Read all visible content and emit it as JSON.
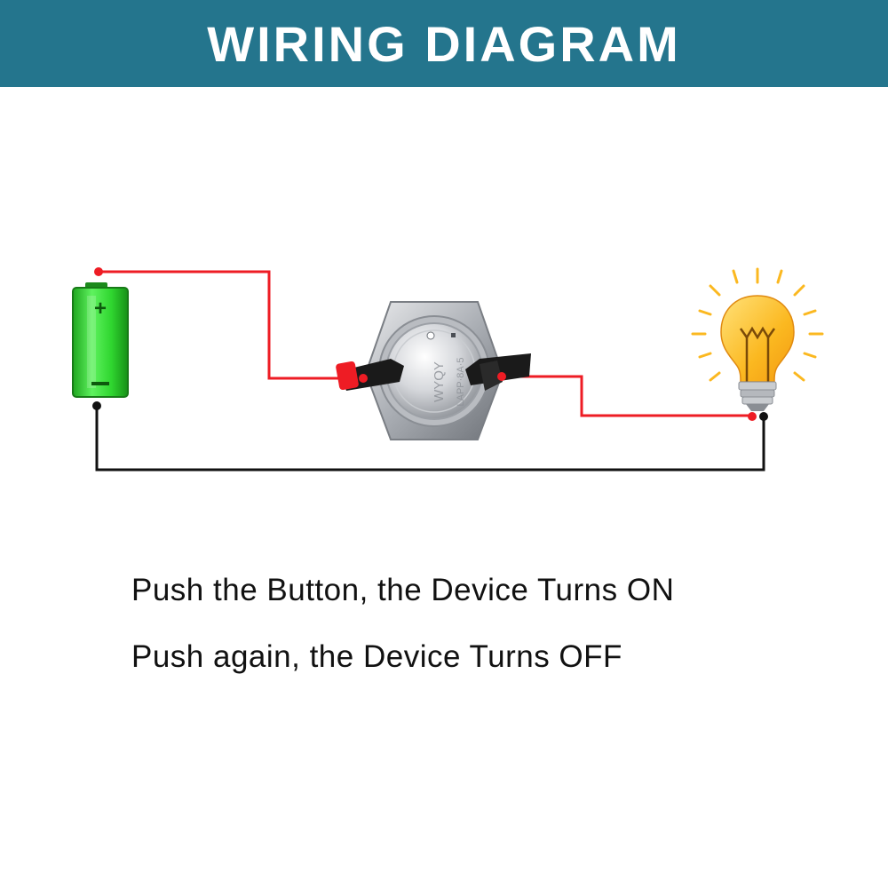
{
  "header": {
    "title": "WIRING DIAGRAM"
  },
  "diagram": {
    "battery": {
      "icon": "battery-icon",
      "plus_label": "+",
      "minus_label": "—"
    },
    "switch": {
      "icon": "push-button-switch-icon",
      "face_text_1": "WYQY",
      "face_text_2": "LAPP·8A·5"
    },
    "bulb": {
      "icon": "light-bulb-icon"
    },
    "colors": {
      "positive_wire": "#ee1c24",
      "negative_wire": "#111111",
      "battery": "#2fd62f",
      "bulb": "#fbb820",
      "header": "#24758d"
    }
  },
  "captions": {
    "line1": "Push the Button, the Device Turns ON",
    "line2": "Push again, the Device Turns OFF"
  }
}
